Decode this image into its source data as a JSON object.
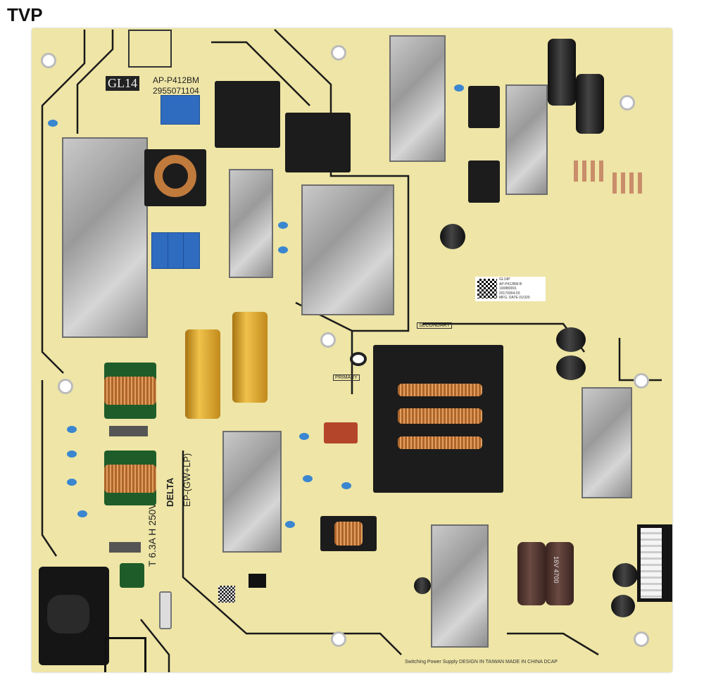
{
  "watermark": "TVP",
  "board": {
    "model_code": "GL14",
    "part_number": "AP-P412BM",
    "serial": "2955071104",
    "fuse_rating": "T 6.3A H 250V",
    "brand": "DELTA",
    "series": "EP-(GW+LP)",
    "secondary_label": "SECONDARY",
    "primary_label": "PRIMARY",
    "footer_text": "Switching Power Supply   DESIGN IN TAIWAN   MADE IN CHINA DCAP",
    "sticker_lines": [
      "GL14P",
      "AP-P412BM B",
      "100880001",
      "20170004-00",
      "MFG. DATE 01/320"
    ],
    "cap_marking": "16V 4700",
    "colors": {
      "board": "#eee5a6",
      "heatsink": "#b5b5b5",
      "trace": "#1a1a1a"
    }
  }
}
